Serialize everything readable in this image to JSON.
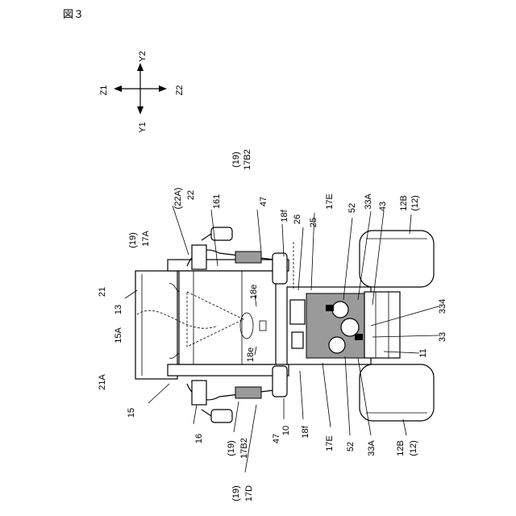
{
  "figure": {
    "title": "図３",
    "axes": {
      "up": "Y2",
      "down": "Y1",
      "left": "Z1",
      "right": "Z2"
    },
    "labels": [
      {
        "key": "l_19_17B2_top_a",
        "text": "(19)"
      },
      {
        "key": "l_19_17B2_top_b",
        "text": "17B2"
      },
      {
        "key": "l_22A",
        "text": "(22A)"
      },
      {
        "key": "l_22",
        "text": "22"
      },
      {
        "key": "l_161",
        "text": "161"
      },
      {
        "key": "l_47_top",
        "text": "47"
      },
      {
        "key": "l_18f_top",
        "text": "18f"
      },
      {
        "key": "l_26",
        "text": "26"
      },
      {
        "key": "l_25",
        "text": "25"
      },
      {
        "key": "l_17E_top",
        "text": "17E"
      },
      {
        "key": "l_52_top",
        "text": "52"
      },
      {
        "key": "l_33A_top",
        "text": "33A"
      },
      {
        "key": "l_43",
        "text": "43"
      },
      {
        "key": "l_12B_top",
        "text": "12B"
      },
      {
        "key": "l_12_top",
        "text": "(12)"
      },
      {
        "key": "l_19_17A_a",
        "text": "(19)"
      },
      {
        "key": "l_17A",
        "text": "17A"
      },
      {
        "key": "l_21",
        "text": "21"
      },
      {
        "key": "l_13",
        "text": "13"
      },
      {
        "key": "l_18e_top",
        "text": "18e"
      },
      {
        "key": "l_15A",
        "text": "15A"
      },
      {
        "key": "l_334",
        "text": "334"
      },
      {
        "key": "l_33",
        "text": "33"
      },
      {
        "key": "l_11",
        "text": "11"
      },
      {
        "key": "l_18e_bot",
        "text": "18e"
      },
      {
        "key": "l_21A",
        "text": "21A"
      },
      {
        "key": "l_15",
        "text": "15"
      },
      {
        "key": "l_16",
        "text": "16"
      },
      {
        "key": "l_10",
        "text": "10"
      },
      {
        "key": "l_47_bot",
        "text": "47"
      },
      {
        "key": "l_18f_bot",
        "text": "18f"
      },
      {
        "key": "l_17E_bot",
        "text": "17E"
      },
      {
        "key": "l_52_bot",
        "text": "52"
      },
      {
        "key": "l_33A_bot",
        "text": "33A"
      },
      {
        "key": "l_12B_bot",
        "text": "12B"
      },
      {
        "key": "l_12_bot",
        "text": "(12)"
      },
      {
        "key": "l_19_17B2_bot_a",
        "text": "(19)"
      },
      {
        "key": "l_19_17B2_bot_b",
        "text": "17B2"
      },
      {
        "key": "l_19_17D_a",
        "text": "(19)"
      },
      {
        "key": "l_17D",
        "text": "17D"
      }
    ]
  }
}
